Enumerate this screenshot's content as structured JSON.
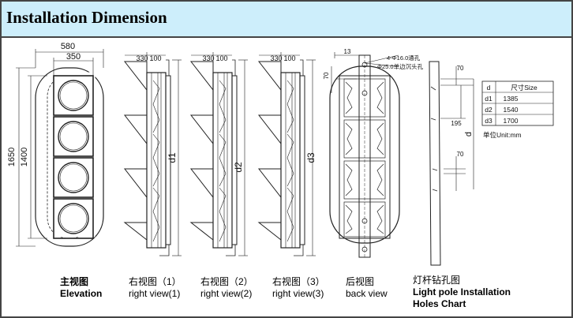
{
  "header": {
    "title": "Installation Dimension"
  },
  "front": {
    "width_outer": "580",
    "width_inner": "350",
    "height_outer": "1650",
    "height_inner": "1400"
  },
  "side_dims": {
    "a": "330",
    "b": "100"
  },
  "side_labels": [
    "d1",
    "d2",
    "d3"
  ],
  "back_dims": {
    "top": "13",
    "side": "70"
  },
  "back_notes": {
    "line1": "4-Φ16.0通孔",
    "line2": "Φ25.0单边沉头孔"
  },
  "pole": {
    "top": "70",
    "mid": "195",
    "bottom": "70",
    "d": "d"
  },
  "size_table": {
    "headers": [
      "d",
      "尺寸Size"
    ],
    "rows": [
      [
        "d1",
        "1385"
      ],
      [
        "d2",
        "1540"
      ],
      [
        "d3",
        "1700"
      ]
    ],
    "unit": "单位Unit:mm"
  },
  "captions": [
    {
      "cn": "主视图",
      "en": "Elevation"
    },
    {
      "cn": "右视图（1）",
      "en": "right view(1)"
    },
    {
      "cn": "右视图（2）",
      "en": "right view(2)"
    },
    {
      "cn": "右视图（3）",
      "en": "right view(3)"
    },
    {
      "cn": "后视图",
      "en": "back view"
    },
    {
      "cn": "灯杆钻孔图",
      "en": "Light pole Installation",
      "en2": "Holes Chart"
    }
  ]
}
